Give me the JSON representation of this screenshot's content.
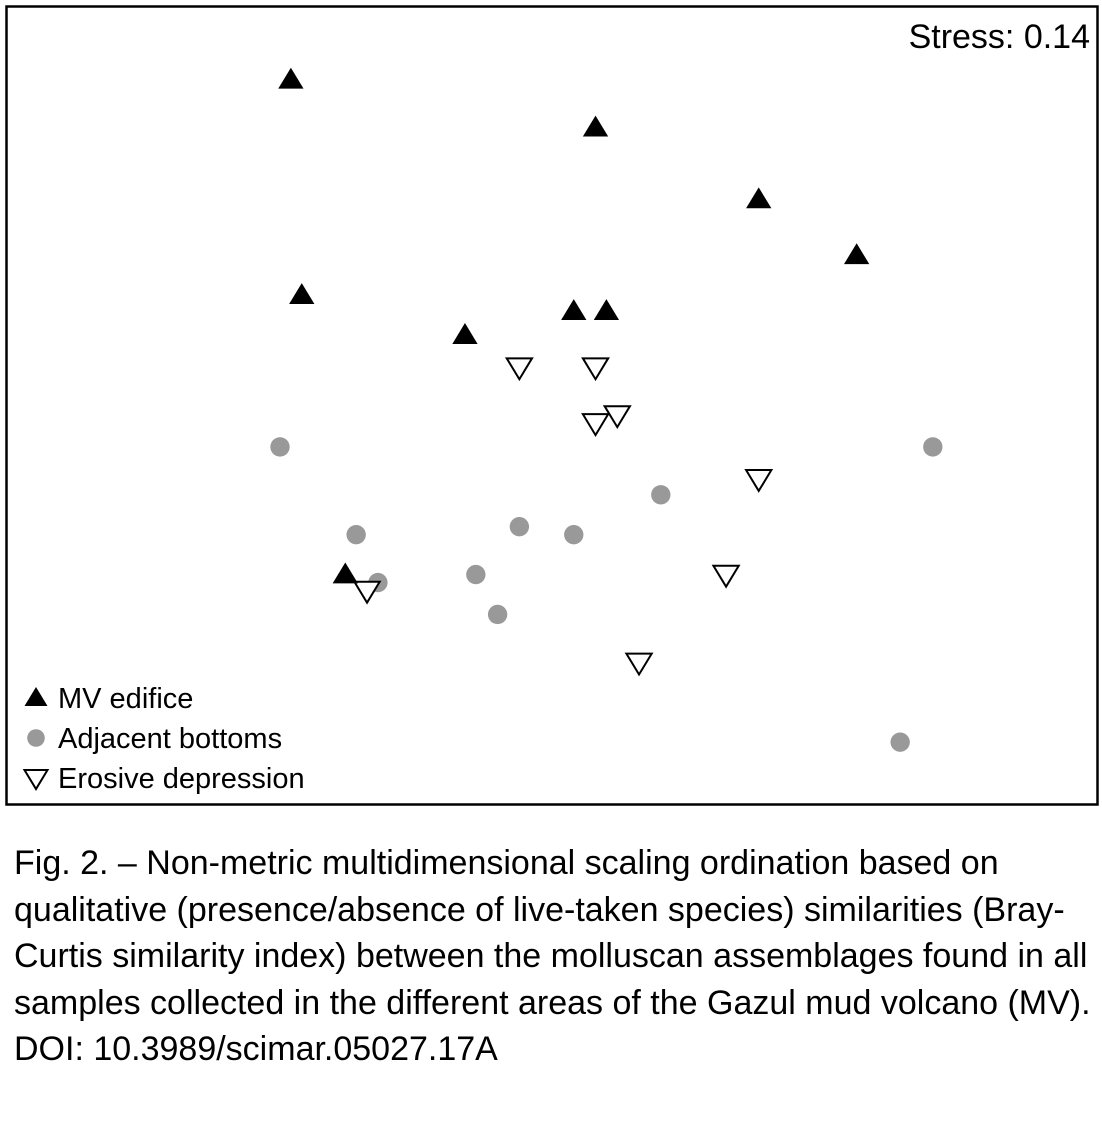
{
  "figure": {
    "caption": "Fig. 2. – Non-metric multidimensional scaling ordination based on qualitative (presence/absence of live-taken species) similarities (Bray-Curtis similarity index) between the molluscan assemblages found in all samples collected in the different areas of the Gazul mud volcano (MV).",
    "doi": "DOI: 10.3989/scimar.05027.17A"
  },
  "chart_data": {
    "type": "scatter",
    "title": "",
    "xlabel": "",
    "ylabel": "",
    "annotation": "Stress: 0.14",
    "axes_visible": false,
    "grid": false,
    "xlim": [
      0,
      1
    ],
    "ylim": [
      0,
      1
    ],
    "legend_position": "bottom-left",
    "series": [
      {
        "name": "MV edifice",
        "marker": "filled-triangle-up",
        "color": "#000000",
        "points": [
          {
            "x": 0.26,
            "y": 0.91
          },
          {
            "x": 0.54,
            "y": 0.85
          },
          {
            "x": 0.69,
            "y": 0.76
          },
          {
            "x": 0.78,
            "y": 0.69
          },
          {
            "x": 0.27,
            "y": 0.64
          },
          {
            "x": 0.52,
            "y": 0.62
          },
          {
            "x": 0.55,
            "y": 0.62
          },
          {
            "x": 0.42,
            "y": 0.59
          },
          {
            "x": 0.31,
            "y": 0.29
          }
        ]
      },
      {
        "name": "Adjacent bottoms",
        "marker": "filled-circle",
        "color": "#999999",
        "points": [
          {
            "x": 0.25,
            "y": 0.45
          },
          {
            "x": 0.85,
            "y": 0.45
          },
          {
            "x": 0.6,
            "y": 0.39
          },
          {
            "x": 0.47,
            "y": 0.35
          },
          {
            "x": 0.52,
            "y": 0.34
          },
          {
            "x": 0.32,
            "y": 0.34
          },
          {
            "x": 0.43,
            "y": 0.29
          },
          {
            "x": 0.34,
            "y": 0.28
          },
          {
            "x": 0.45,
            "y": 0.24
          },
          {
            "x": 0.82,
            "y": 0.08
          }
        ]
      },
      {
        "name": "Erosive depression",
        "marker": "open-triangle-down",
        "color": "#000000",
        "points": [
          {
            "x": 0.47,
            "y": 0.55
          },
          {
            "x": 0.54,
            "y": 0.55
          },
          {
            "x": 0.56,
            "y": 0.49
          },
          {
            "x": 0.54,
            "y": 0.48
          },
          {
            "x": 0.69,
            "y": 0.41
          },
          {
            "x": 0.66,
            "y": 0.29
          },
          {
            "x": 0.33,
            "y": 0.27
          },
          {
            "x": 0.58,
            "y": 0.18
          }
        ]
      }
    ]
  }
}
